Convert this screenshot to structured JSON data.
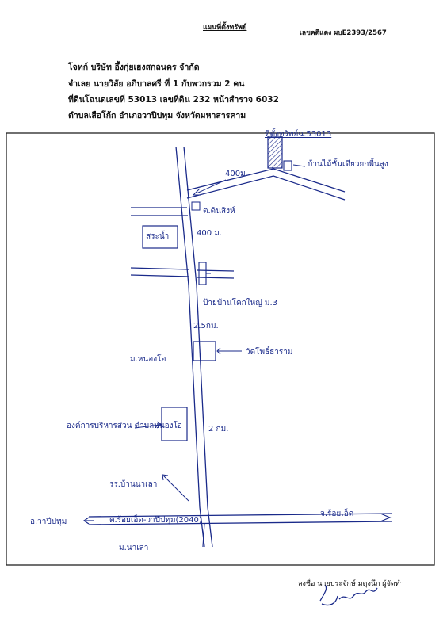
{
  "header": {
    "title": "แผนที่ตั้งทรัพย์",
    "doc_no": "เลขคดีแดง ผบE2393/2567",
    "line1": "โจทก์ บริษัท อึ้งกุ่ยเฮงสกลนคร จำกัด",
    "line2": "จำเลย นายวิลัย อภิบาลศรี ที่ 1 กับพวกรวม 2 คน",
    "line3": "ที่ดินโฉนดเลขที่ 53013 เลขที่ดิน 232 หน้าสำรวจ 6032",
    "line4": "ตำบลเสือโก้ก อำเภอวาปีปทุม  จังหวัดมหาสารคาม"
  },
  "map_labels": {
    "property": "ที่ตั้งทรัพย์ฉ.53013",
    "house_near": "บ้านไม้ชั้นเดียวยกพื้นสูง",
    "dist_400_top": "400ม.",
    "tambon_sign": "ต.ดินสิงห์",
    "pond": "สระน้ำ",
    "dist_400_mid": "400 ม.",
    "village_sign": "ป้ายบ้านโคกใหญ่ ม.3",
    "dist_2_5": "2.5กม.",
    "temple": "วัดโพธิ์ธาราม",
    "village_nong": "ม.หนองโอ",
    "sao": "องค์การบริหารส่วน ตำบลหนองโอ",
    "dist_2": "2 กม.",
    "school": "รร.บ้านนาเลา",
    "to_wapi": "อ.วาปีปทุม",
    "road": "ต.ร้อยเอ็ด-วาปีปทุม(2040)",
    "to_roiet": "จ.ร้อยเอ็ด",
    "village_nalao": "ม.นาเลา"
  },
  "footer": {
    "signed": "ลงชื่อ นายประจักษ์ มดุงนึก ผู้จัดทำ"
  }
}
